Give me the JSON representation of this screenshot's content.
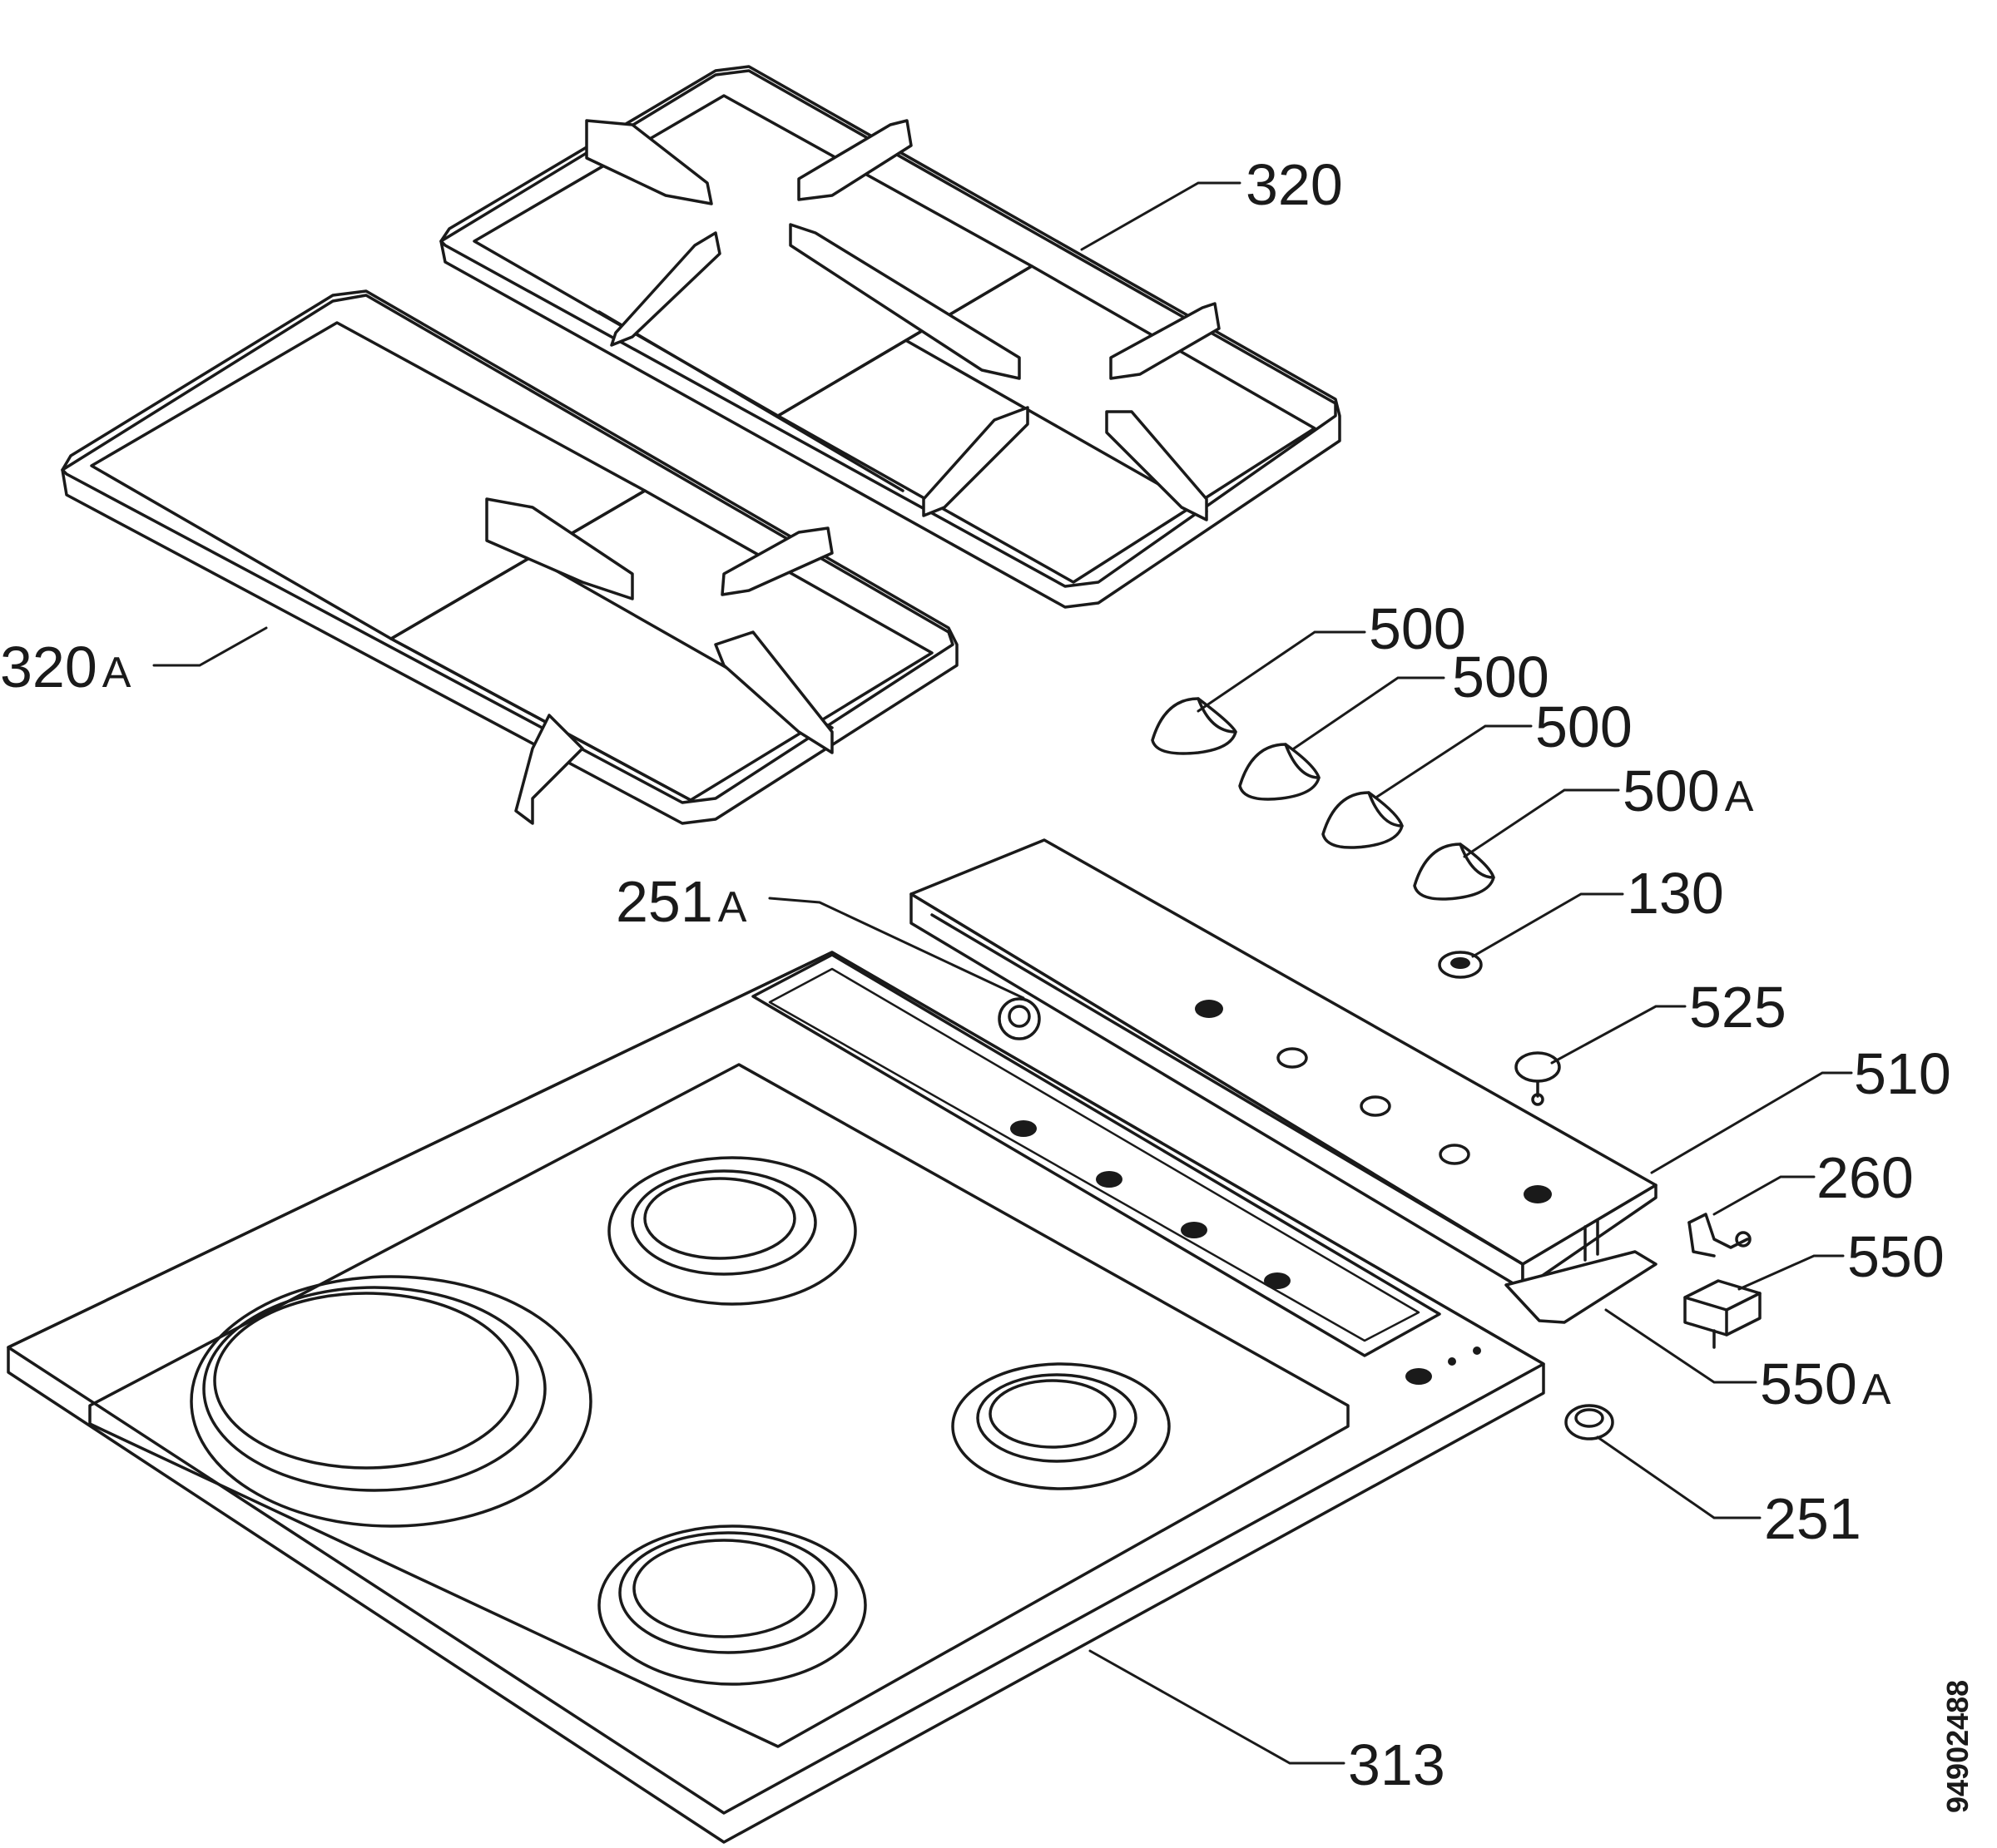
{
  "callouts": {
    "grate_right": "320",
    "grate_left_num": "320",
    "grate_left_suffix": "A",
    "knob_1": "500",
    "knob_2": "500",
    "knob_3": "500",
    "knob_4_num": "500",
    "knob_4_suffix": "A",
    "washer": "130",
    "button": "525",
    "control_panel": "510",
    "igniter_clip": "260",
    "switch": "550",
    "switch_plate_num": "550",
    "switch_plate_suffix": "A",
    "grommet_top_num": "251",
    "grommet_top_suffix": "A",
    "grommet_bottom": "251",
    "hob_top": "313"
  },
  "document_number": "94902488"
}
